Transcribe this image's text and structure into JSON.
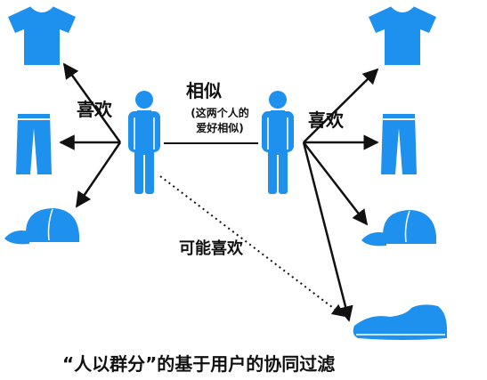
{
  "colors": {
    "icon_blue": "#1E90EE",
    "arrow": "#111111"
  },
  "labels": {
    "like_left": "喜欢",
    "like_right": "喜欢",
    "similar": "相似",
    "similar_note_line1": "(这两个人的",
    "similar_note_line2": "爱好相似)",
    "maybe_like": "可能喜欢",
    "caption": "“人以群分”的基于用户的协同过滤"
  },
  "icons": {
    "user_a": "person-icon",
    "user_b": "person-icon",
    "left_items": [
      "tshirt-icon",
      "pants-icon",
      "cap-icon"
    ],
    "right_items": [
      "tshirt-icon",
      "pants-icon",
      "cap-icon",
      "shoe-icon"
    ]
  }
}
